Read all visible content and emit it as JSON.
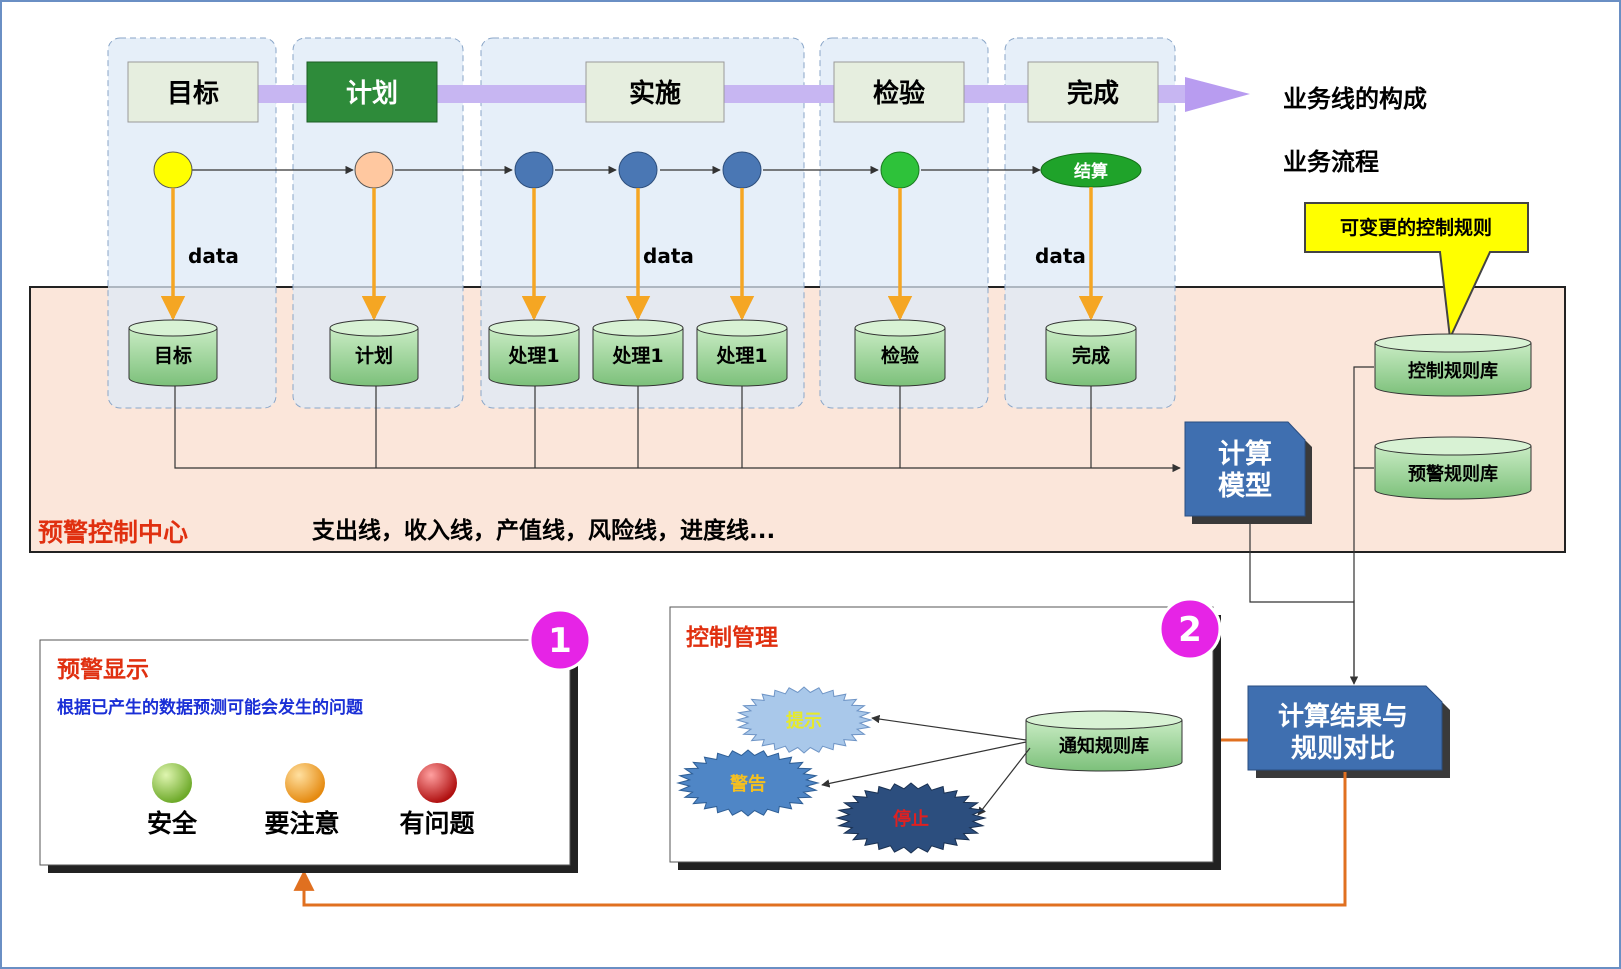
{
  "stages": [
    "目标",
    "计划",
    "实施",
    "检验",
    "完成"
  ],
  "side_labels": {
    "composition": "业务线的构成",
    "flow": "业务流程"
  },
  "settle_node": "结算",
  "data_label": "data",
  "callout": "可变更的控制规则",
  "cylinders": [
    "目标",
    "计划",
    "处理1",
    "处理1",
    "处理1",
    "检验",
    "完成"
  ],
  "rule_dbs": {
    "control": "控制规则库",
    "warning": "预警规则库"
  },
  "compute_model": [
    "计算",
    "模型"
  ],
  "center": {
    "title": "预警控制中心",
    "lines": "支出线，收入线，产值线，风险线，进度线..."
  },
  "panel1": {
    "badge": "1",
    "title": "预警显示",
    "desc": "根据已产生的数据预测可能会发生的问题",
    "legend": [
      {
        "label": "安全",
        "color": "#7dc242"
      },
      {
        "label": "要注意",
        "color": "#f5a623"
      },
      {
        "label": "有问题",
        "color": "#d32f2f"
      }
    ]
  },
  "panel2": {
    "badge": "2",
    "title": "控制管理",
    "notify_db": "通知规则库",
    "bursts": [
      "提示",
      "警告",
      "停止"
    ]
  },
  "compare_box": [
    "计算结果与",
    "规则对比"
  ],
  "colors": {
    "orange": "#f5a623",
    "stage_fill": "#e6eedf",
    "plan_fill": "#2e8b3a",
    "lane_fill": "#dde9f7",
    "center_fill": "#fbe6da",
    "db_fill": "#a8dba8",
    "model_fill": "#3f6fb0",
    "title_red": "#e03010",
    "desc_blue": "#1a2fd6",
    "badge": "#e624e6",
    "arrow_purple": "#b89cf0"
  }
}
